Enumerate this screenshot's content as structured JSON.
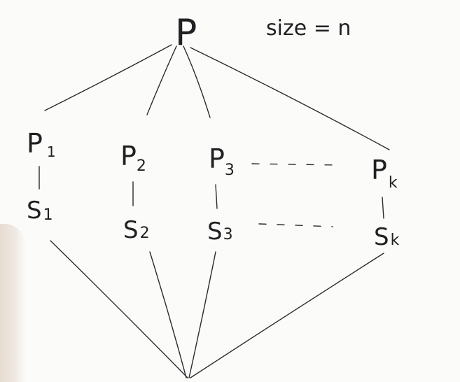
{
  "board": {
    "root_label": "P",
    "size_note": "size = n",
    "partitions": [
      {
        "p_main": "P",
        "p_sub": "1",
        "s_main": "S",
        "s_sub": "1"
      },
      {
        "p_main": "P",
        "p_sub": "2",
        "s_main": "S",
        "s_sub": "2"
      },
      {
        "p_main": "P",
        "p_sub": "3",
        "s_main": "S",
        "s_sub": "3"
      },
      {
        "p_main": "P",
        "p_sub": "k",
        "s_main": "S",
        "s_sub": "k"
      }
    ]
  },
  "colors": {
    "board": "#fbfbf9",
    "ink": "#2a2b2e",
    "presenter": "#e6dcd2"
  }
}
